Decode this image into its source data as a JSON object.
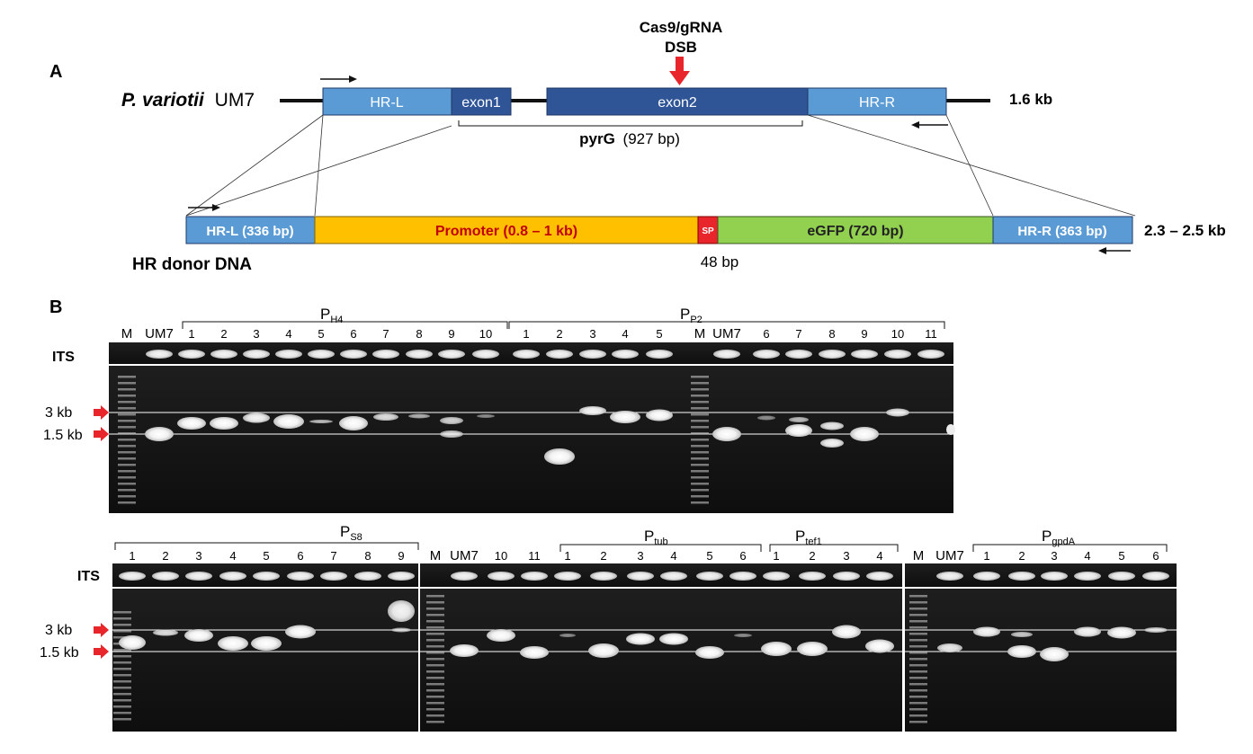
{
  "panel_a": {
    "label": "A",
    "cas9_label": "Cas9/gRNA",
    "dsb_label": "DSB",
    "organism_italic": "P. variotii",
    "organism_strain": "UM7",
    "genomic_size": "1.6 kb",
    "hr_l": "HR-L",
    "exon1": "exon1",
    "exon2": "exon2",
    "hr_r": "HR-R",
    "pyrg_name": "pyrG",
    "pyrg_size": "(927 bp)",
    "donor_hr_l": "HR-L (336 bp)",
    "donor_promoter": "Promoter (0.8 – 1 kb)",
    "donor_sp": "SP",
    "donor_egfp": "eGFP (720 bp)",
    "donor_hr_r": "HR-R (363 bp)",
    "donor_size": "2.3 – 2.5 kb",
    "donor_label": "HR donor DNA",
    "sp_size": "48 bp"
  },
  "panel_b": {
    "label": "B",
    "its": "ITS",
    "marker_3kb": "3 kb",
    "marker_15kb": "1.5 kb",
    "top_lanes": [
      "M",
      "UM7",
      "1",
      "2",
      "3",
      "4",
      "5",
      "6",
      "7",
      "8",
      "9",
      "10",
      "1",
      "2",
      "3",
      "4",
      "5",
      "M",
      "UM7",
      "6",
      "7",
      "8",
      "9",
      "10",
      "11"
    ],
    "bottom_lanes_left": [
      "1",
      "2",
      "3",
      "4",
      "5",
      "6",
      "7",
      "8",
      "9"
    ],
    "bottom_lanes_mid": [
      "M",
      "UM7",
      "10",
      "11",
      "1",
      "2",
      "3",
      "4",
      "5",
      "6",
      "1",
      "2",
      "3",
      "4"
    ],
    "bottom_lanes_right": [
      "M",
      "UM7",
      "1",
      "2",
      "3",
      "4",
      "5",
      "6"
    ],
    "groups": {
      "ph4_main": "P",
      "ph4_sub": "H4",
      "pp2_main": "P",
      "pp2_sub": "P2",
      "ps8_main": "P",
      "ps8_sub": "S8",
      "ptub_main": "P",
      "ptub_sub": "tub",
      "ptef1_main": "P",
      "ptef1_sub": "tef1",
      "pgpda_main": "P",
      "pgpda_sub": "gpdA"
    }
  },
  "colors": {
    "hr_blue": "#5B9BD5",
    "exon_blue": "#2F5597",
    "promoter_yellow": "#FFC000",
    "promoter_text": "#C00000",
    "sp_red": "#E8252B",
    "egfp_green": "#92D050",
    "arrow_red": "#E8252B",
    "gel_bg": "#151515"
  }
}
